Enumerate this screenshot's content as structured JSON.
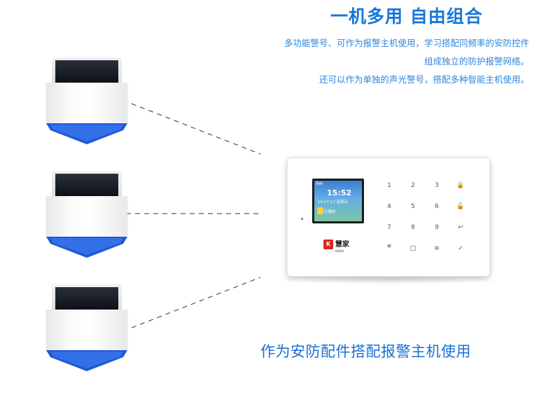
{
  "header": {
    "headline": "一机多用  自由组合",
    "description_lines": [
      "多功能警号、可作为报警主机使用，学习搭配同频率的安防控件",
      "组成独立的防护报警网络。",
      "还可以作为单独的声光警号，搭配多种智能主机使用。"
    ]
  },
  "caption": "作为安防配件搭配报警主机使用",
  "panel": {
    "screen": {
      "top_text": "网络",
      "time": "15:52",
      "date": "15-07-17 星期五",
      "status": "已撤防"
    },
    "brand": "慧家",
    "brand_sub": "KEDAI",
    "keypad": [
      [
        "1",
        "2",
        "3",
        "🔒"
      ],
      [
        "4",
        "5",
        "6",
        "🔓"
      ],
      [
        "7",
        "8",
        "9",
        "↩"
      ],
      [
        "*",
        "□",
        "≡",
        "✓"
      ]
    ]
  },
  "colors": {
    "headline": "#1677d9",
    "description": "#2e86de",
    "caption": "#1a6fd6",
    "lens_blue": "#1f57d6",
    "logo_red": "#d52a1e"
  },
  "icons": {
    "sirens": [
      "solar-siren-icon",
      "solar-siren-icon",
      "solar-siren-icon"
    ]
  }
}
